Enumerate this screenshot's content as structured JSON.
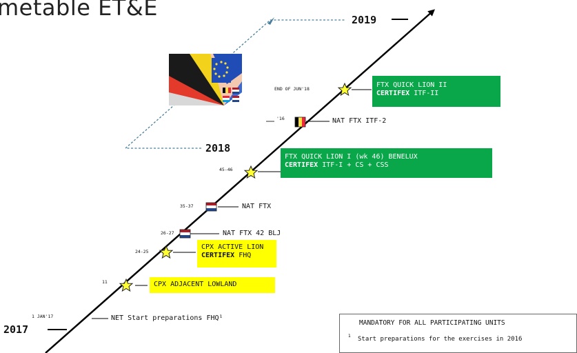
{
  "title": "metable ET&E",
  "years": {
    "y2017": "2017",
    "y2018": "2018",
    "y2019": "2019"
  },
  "dates": {
    "d1": "1 JAN'17",
    "d2": "11",
    "d3": "24-25",
    "d4": "26-27",
    "d5": "35-37",
    "d6": "45-46",
    "d7": "'16",
    "d8": "END OF JUN'18"
  },
  "events": {
    "net": "NET Start preparations FHQ¹",
    "cpx_adjacent": "CPX ADJACENT LOWLAND",
    "cpx_active_1": "CPX ACTIVE LION",
    "cpx_active_2_bold": "CERTIFEX",
    "cpx_active_2_rest": " FHQ",
    "nat_ftx_42": "NAT FTX 42 BLJ",
    "nat_ftx": "NAT FTX",
    "ftx_ql1_1": "FTX QUICK LION I (wk 46) BENELUX",
    "ftx_ql1_2_bold": "CERTIFEX",
    "ftx_ql1_2_rest": " ITF-I + CS + CSS",
    "nat_ftx_itf2": "NAT FTX ITF-2",
    "ftx_ql2_1": "FTX QUICK LION II",
    "ftx_ql2_2_bold": "CERTIFEX",
    "ftx_ql2_2_rest": " ITF-II"
  },
  "legend": {
    "mandatory": "MANDATORY FOR ALL PARTICIPATING UNITS",
    "footnote_mark": "1",
    "footnote": "Start preparations for the exercises in 2016"
  },
  "colors": {
    "green_box": "#0aa64a",
    "yellow_box": "#ffff00",
    "star_fill": "#ffff33",
    "dashed": "#4a7f9c"
  }
}
